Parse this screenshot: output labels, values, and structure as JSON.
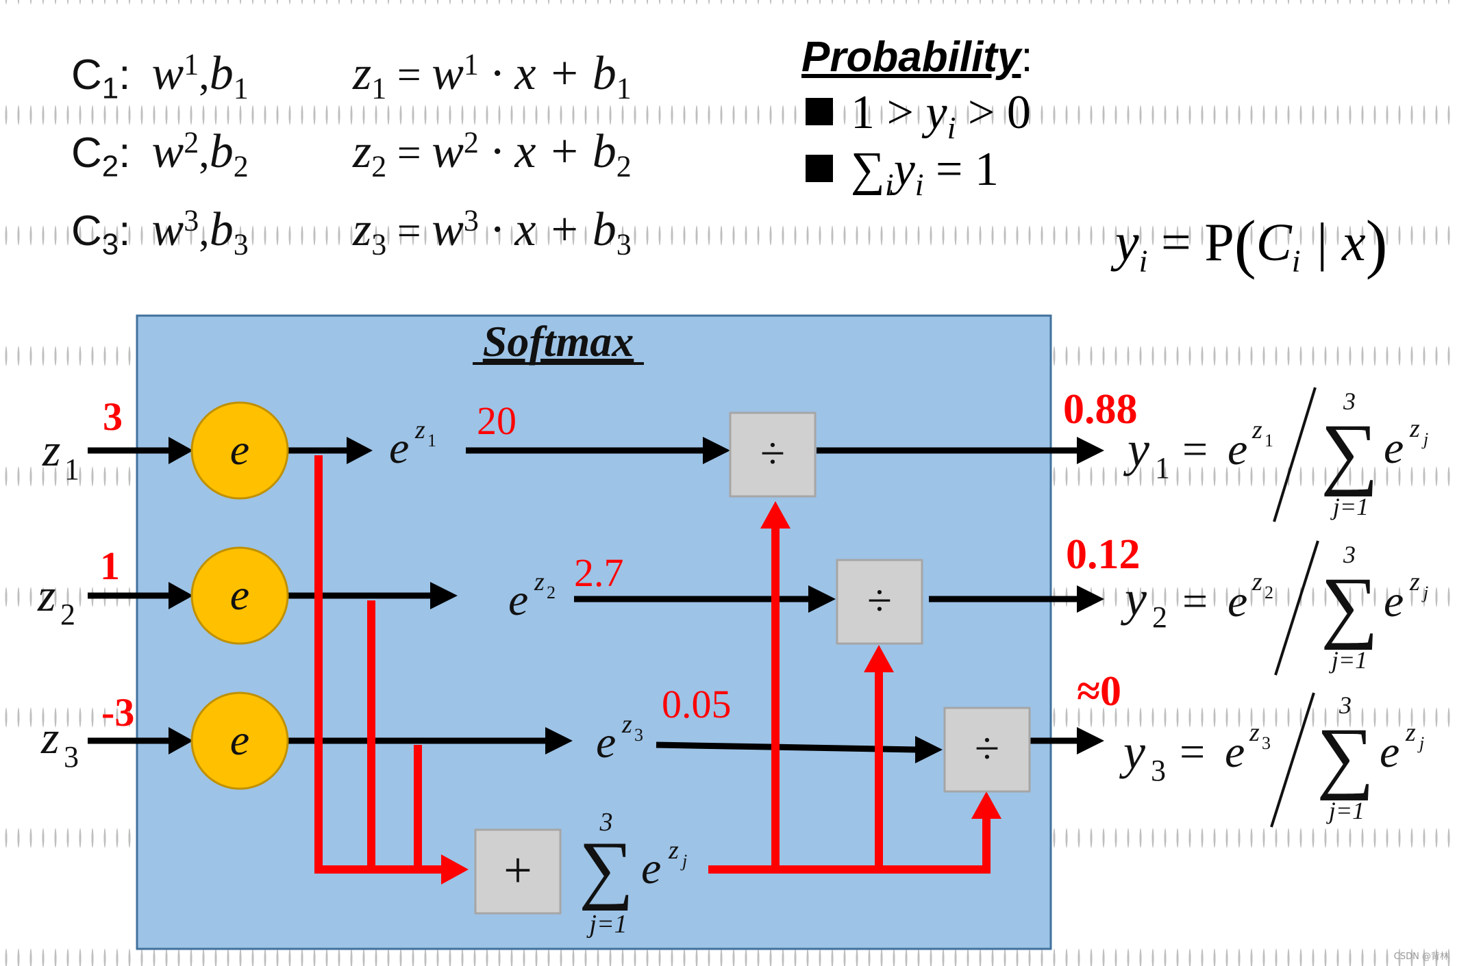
{
  "classes": [
    {
      "label": "C",
      "index": "1",
      "sep": ":",
      "w": "w",
      "w_sup": "1",
      "b": "b",
      "b_sub": "1",
      "z": "z",
      "z_sub": "1",
      "eq_rest": "= ",
      "dot": " · x + ",
      "eq_w_sup": "1",
      "eq_b_sub": "1"
    },
    {
      "label": "C",
      "index": "2",
      "sep": ":",
      "w": "w",
      "w_sup": "2",
      "b": "b",
      "b_sub": "2",
      "z": "z",
      "z_sub": "2",
      "eq_rest": "= ",
      "dot": " · x + ",
      "eq_w_sup": "2",
      "eq_b_sub": "2"
    },
    {
      "label": "C",
      "index": "3",
      "sep": ":",
      "w": "w",
      "w_sup": "3",
      "b": "b",
      "b_sub": "3",
      "z": "z",
      "z_sub": "3",
      "eq_rest": "= ",
      "dot": " · x + ",
      "eq_w_sup": "3",
      "eq_b_sub": "3"
    }
  ],
  "probability": {
    "title": "Probability",
    "colon": ":",
    "conditions": [
      {
        "pre": "1 > ",
        "var": "y",
        "sub": "i",
        "post": " > 0"
      },
      {
        "pre": "∑",
        "sub_pre": "i",
        "var": "y",
        "sub": "i",
        "post": " = 1"
      }
    ]
  },
  "posterior": {
    "lhs": "y",
    "lhs_sub": "i",
    "eq": " = P",
    "open": "(",
    "c": "C",
    "c_sub": "i",
    "bar": " | x",
    "close": ")"
  },
  "softmax": {
    "title": "Softmax",
    "inputs": [
      {
        "var": "z",
        "sub": "1",
        "value": "3"
      },
      {
        "var": "z",
        "sub": "2",
        "value": "1"
      },
      {
        "var": "z",
        "sub": "3",
        "value": "-3"
      }
    ],
    "exp_node_label": "e",
    "exp_outputs": [
      {
        "base": "e",
        "sup_var": "z",
        "sup_sub": "1",
        "value": "20"
      },
      {
        "base": "e",
        "sup_var": "z",
        "sup_sub": "2",
        "value": "2.7"
      },
      {
        "base": "e",
        "sup_var": "z",
        "sup_sub": "3",
        "value": "0.05"
      }
    ],
    "sum_node_label": "+",
    "divide_node_label": "÷",
    "sum_expr": {
      "upper": "3",
      "sigma": "∑",
      "lower": "j=1",
      "base": "e",
      "sup_var": "z",
      "sup_sub": "j"
    },
    "outputs": [
      {
        "value": "0.88",
        "var": "y",
        "sub": "1",
        "eq": "=",
        "base": "e",
        "sup_var": "z",
        "sup_sub": "1",
        "upper": "3",
        "sigma": "∑",
        "lower": "j=1",
        "sum_sup_var": "z",
        "sum_sup_sub": "j"
      },
      {
        "value": "0.12",
        "var": "y",
        "sub": "2",
        "eq": "=",
        "base": "e",
        "sup_var": "z",
        "sup_sub": "2",
        "upper": "3",
        "sigma": "∑",
        "lower": "j=1",
        "sum_sup_var": "z",
        "sum_sup_sub": "j"
      },
      {
        "value": "≈0",
        "var": "y",
        "sub": "3",
        "eq": "=",
        "base": "e",
        "sup_var": "z",
        "sup_sub": "3",
        "upper": "3",
        "sigma": "∑",
        "lower": "j=1",
        "sum_sup_var": "z",
        "sum_sup_sub": "j"
      }
    ]
  },
  "colors": {
    "panel": "#9dc3e6",
    "panel_border": "#41719c",
    "node": "#ffc000",
    "node_border": "#bf9000",
    "op_box": "#d0d0d0",
    "highlight": "#ff0000"
  },
  "watermark": "CSDN @背林"
}
